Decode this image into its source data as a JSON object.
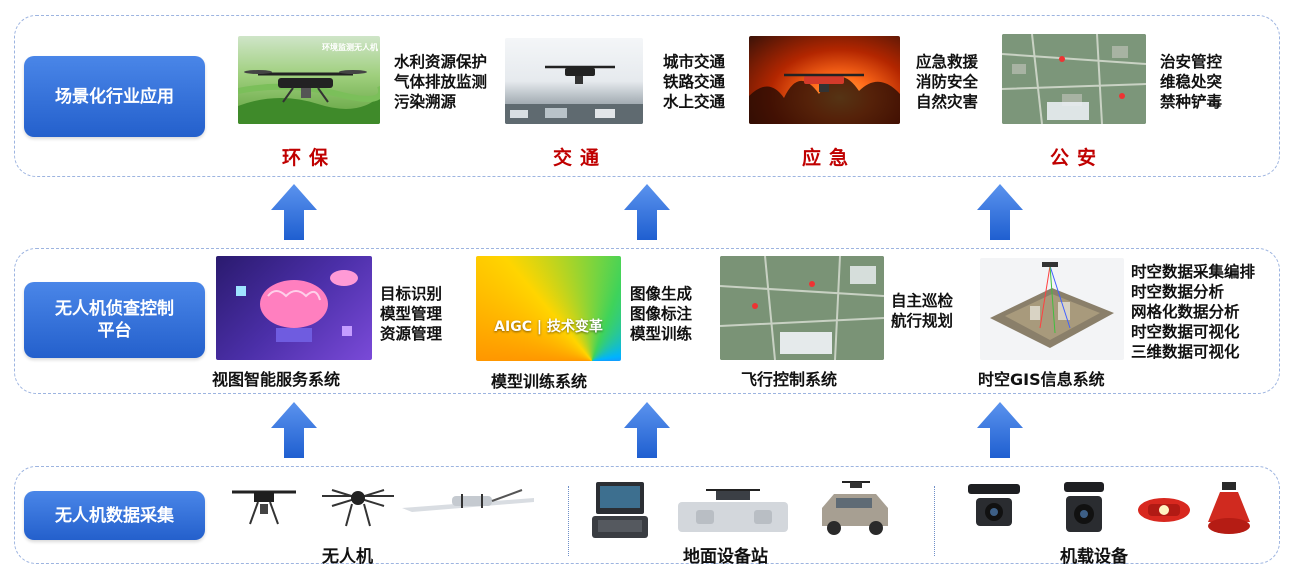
{
  "top": {
    "label": "场景化行业应用",
    "apps": [
      {
        "domain": "环保",
        "items": [
          "水利资源保护",
          "气体排放监测",
          "污染溯源"
        ],
        "image_caption": "环境监测无人机"
      },
      {
        "domain": "交通",
        "items": [
          "城市交通",
          "铁路交通",
          "水上交通"
        ]
      },
      {
        "domain": "应急",
        "items": [
          "应急救援",
          "消防安全",
          "自然灾害"
        ]
      },
      {
        "domain": "公安",
        "items": [
          "治安管控",
          "维稳处突",
          "禁种铲毒"
        ]
      }
    ]
  },
  "middle": {
    "label_line1": "无人机侦查控制",
    "label_line2": "平台",
    "systems": [
      {
        "name": "视图智能服务系统",
        "items": [
          "目标识别",
          "模型管理",
          "资源管理"
        ]
      },
      {
        "name": "模型训练系统",
        "items": [
          "图像生成",
          "图像标注",
          "模型训练"
        ],
        "image_caption": "AIGC | 技术变革"
      },
      {
        "name": "飞行控制系统",
        "items": [
          "自主巡检",
          "航行规划"
        ]
      },
      {
        "name": "时空GIS信息系统",
        "items": [
          "时空数据采集编排",
          "时空数据分析",
          "网格化数据分析",
          "时空数据可视化",
          "三维数据可视化"
        ]
      }
    ]
  },
  "bottom": {
    "label": "无人机数据采集",
    "groups": [
      {
        "name": "无人机"
      },
      {
        "name": "地面设备站"
      },
      {
        "name": "机载设备"
      }
    ]
  },
  "colors": {
    "accent": "#2f6fdb",
    "domain_red": "#c00000",
    "panel_border": "#9db4e0"
  }
}
